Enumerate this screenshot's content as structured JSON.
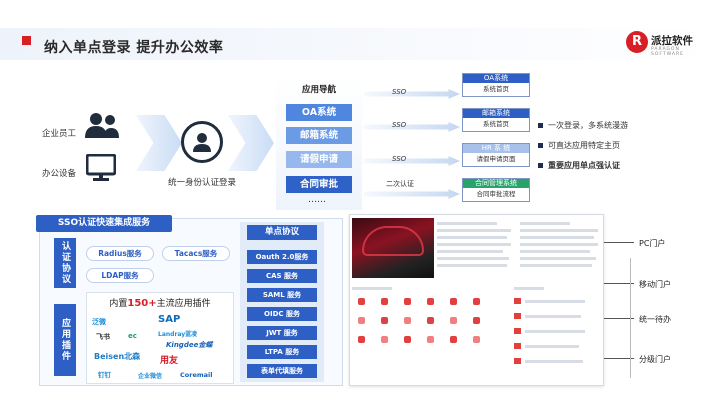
{
  "header": {
    "title": "纳入单点登录 提升办公效率",
    "logo_letter": "R",
    "logo_cn": "派拉软件",
    "logo_en": "PARAGON SOFTWARE"
  },
  "entities": {
    "employee": "企业员工",
    "device": "办公设备",
    "unified_auth": "统一身份认证登录"
  },
  "nav": {
    "title": "应用导航",
    "items": [
      "OA系统",
      "邮箱系统",
      "请假申请",
      "合同审批"
    ],
    "more": "……",
    "secondary_auth": "二次认证"
  },
  "sso_label": "SSO",
  "systems": [
    {
      "name": "OA系统",
      "page": "系统首页"
    },
    {
      "name": "邮箱系统",
      "page": "系统首页"
    },
    {
      "name": "HR 系 统",
      "page": "请假申请页面"
    },
    {
      "name": "合同管理系统",
      "page": "合同审批流程"
    }
  ],
  "benefits": [
    "一次登录，多系统漫游",
    "可直达应用特定主页",
    "重要应用单点强认证"
  ],
  "sso_service": {
    "title": "SSO认证快速集成服务",
    "auth_protocol_tab": "认证协议",
    "auth_services": [
      "Radius服务",
      "Tacacs服务",
      "LDAP服务"
    ],
    "app_plugin_tab": "应用插件",
    "plugin_title_pre": "内置",
    "plugin_title_num": "150+",
    "plugin_title_post": "主流应用插件",
    "brands": [
      "泛微",
      "SAP",
      "飞书",
      "ec",
      "Landray蓝凌",
      "Kingdee金蝶",
      "Beisen北森",
      "用友",
      "钉钉",
      "企业微信",
      "Coremail"
    ]
  },
  "sso_protocols": {
    "title": "单点协议",
    "items": [
      "Oauth 2.0服务",
      "CAS 服务",
      "SAML 服务",
      "OIDC 服务",
      "JWT 服务",
      "LTPA 服务",
      "表单代填服务"
    ]
  },
  "portal_labels": [
    "PC门户",
    "移动门户",
    "统一待办",
    "分级门户"
  ],
  "colors": {
    "primary_blue": "#2d5fc4",
    "brand_red": "#d81f26"
  }
}
